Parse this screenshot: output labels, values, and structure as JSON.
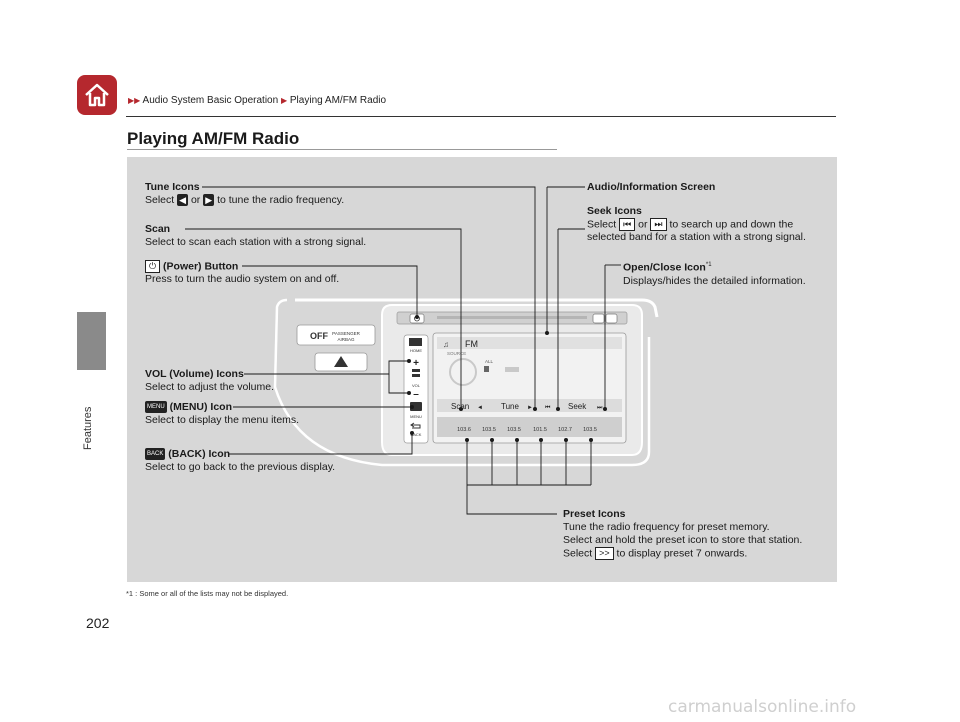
{
  "breadcrumb": [
    "Audio System Basic Operation",
    "Playing AM/FM Radio"
  ],
  "page_title": "Playing AM/FM Radio",
  "section_label": "Features",
  "page_number": "202",
  "footnote": "*1 : Some or all of the lists may not be displayed.",
  "watermark": "carmanualsonline.info",
  "callouts": {
    "tune": {
      "title": "Tune Icons",
      "pre": "Select",
      "or": "or",
      "desc": "to tune the radio frequency."
    },
    "scan": {
      "title": "Scan",
      "desc": "Select to scan each station with a strong signal."
    },
    "power": {
      "title": "(Power) Button",
      "desc": "Press to turn the audio system on and off."
    },
    "vol": {
      "title": "VOL (Volume) Icons",
      "desc": "Select to adjust the volume."
    },
    "menu": {
      "title": "(MENU) Icon",
      "desc": "Select to display the menu items.",
      "icon_text": "MENU"
    },
    "back": {
      "title": "(BACK) Icon",
      "desc": "Select to go back to the previous display.",
      "icon_text": "BACK"
    },
    "audio_screen": {
      "title": "Audio/Information Screen"
    },
    "seek": {
      "title": "Seek Icons",
      "pre": "Select",
      "or": "or",
      "desc1": "to search up and down the",
      "desc2": "selected band for a station with a strong signal."
    },
    "open_close": {
      "title": "Open/Close Icon",
      "sup": "*1",
      "desc": "Displays/hides the detailed information."
    },
    "preset": {
      "title": "Preset Icons",
      "line1": "Tune the radio frequency for preset memory.",
      "line2": "Select and hold the preset icon to store that station.",
      "line3_pre": "Select",
      "line3_post": "to display preset 7 onwards.",
      "more_icon": ">>"
    }
  },
  "unit": {
    "band": "FM",
    "source": "SOURCE",
    "scan": "Scan",
    "tune": "Tune",
    "seek": "Seek",
    "home": "HOME",
    "vol": "VOL",
    "menu": "MENU",
    "back": "BACK",
    "all": "ALL",
    "airbag_off": "OFF",
    "airbag_label": "PASSENGER AIRBAG",
    "presets": [
      "103.6",
      "103.5",
      "103.5",
      "101.5",
      "102.7",
      "103.5"
    ]
  }
}
